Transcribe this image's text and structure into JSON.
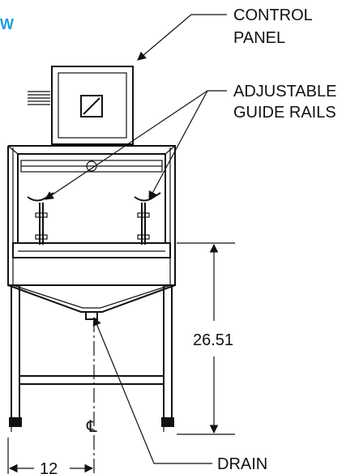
{
  "view_label": "W",
  "colors": {
    "view_label": "#1a9be0",
    "line": "#111111"
  },
  "labels": {
    "control_panel_line1": "CONTROL",
    "control_panel_line2": "PANEL",
    "guide_rails_line1": "ADJUSTABLE",
    "guide_rails_line2": "GUIDE RAILS",
    "drain": "DRAIN"
  },
  "dimensions": {
    "height": "26.51",
    "width": "12",
    "centerline": "℄"
  }
}
